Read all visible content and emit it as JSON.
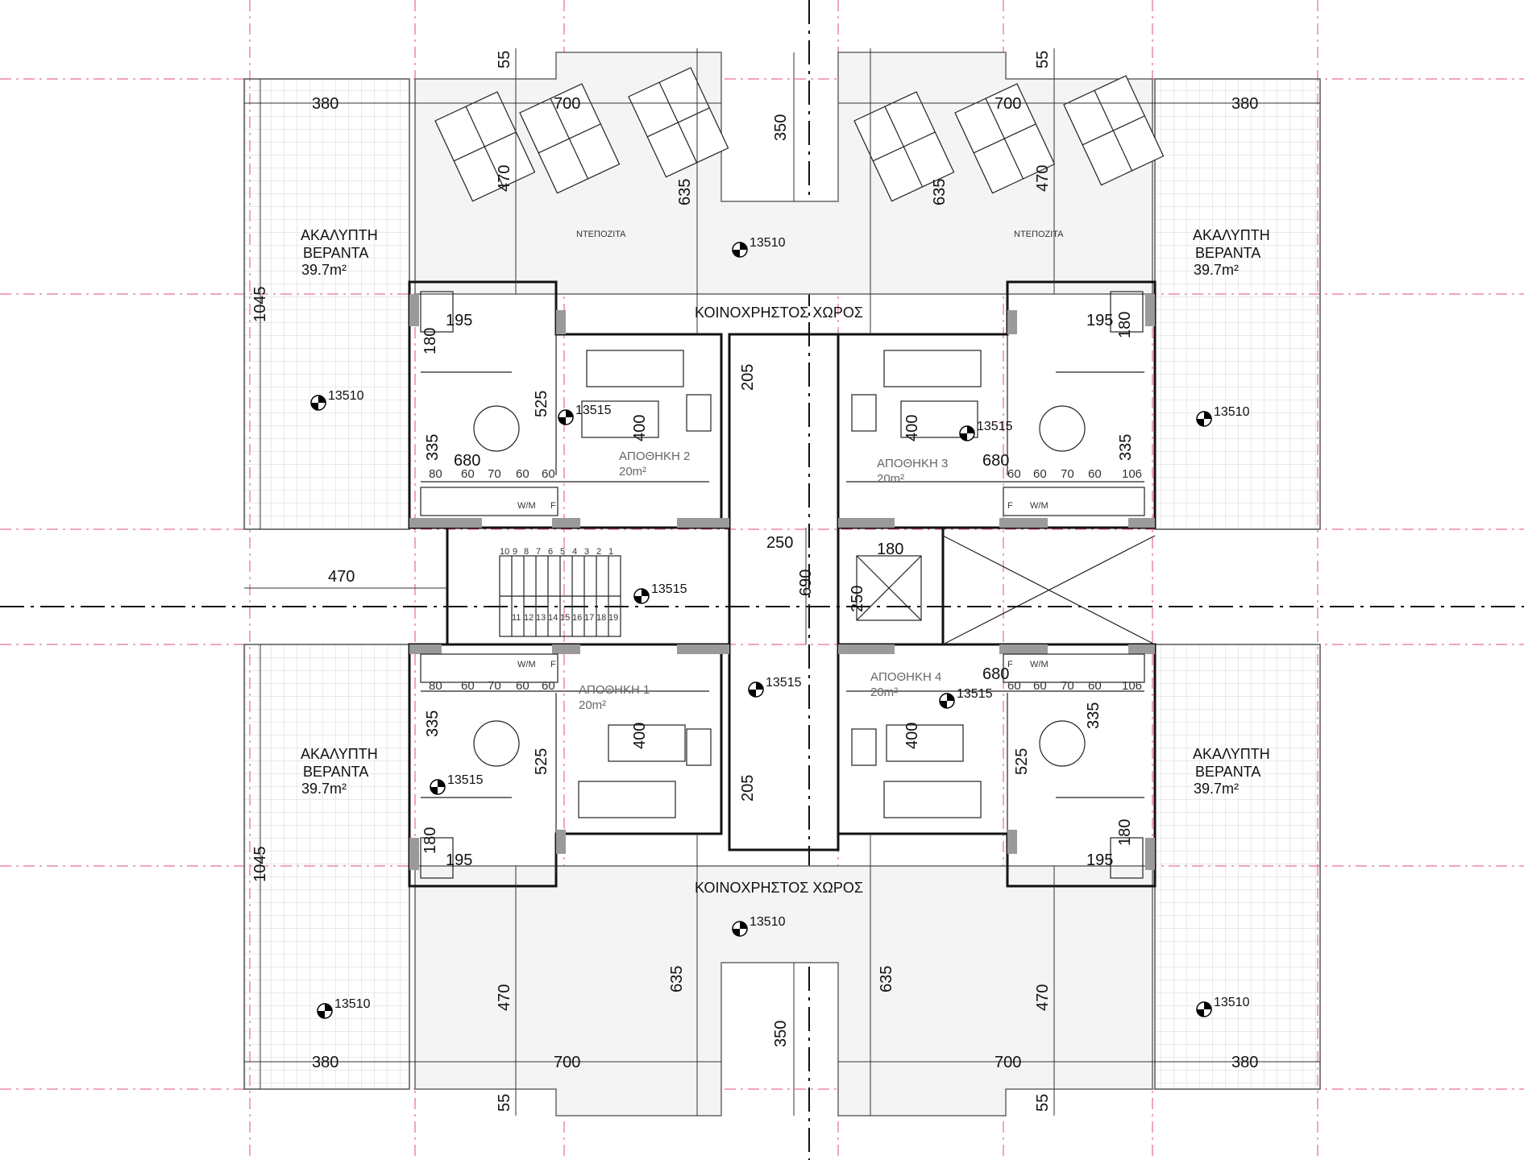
{
  "plan": {
    "labels": {
      "open_veranda": "ΑΚΑΛΥΠΤΗ",
      "open_veranda_line2": "ΒΕΡΑΝΤΑ",
      "veranda_area": "39.7m²",
      "common_area": "ΚΟΙΝΟΧΡΗΣΤΟΣ ΧΩΡΟΣ",
      "water_tank": "ΝΤΕΠΟΖΙΤΑ",
      "storage_1": "ΑΠΟΘΗΚΗ 1",
      "storage_2": "ΑΠΟΘΗΚΗ 2",
      "storage_3": "ΑΠΟΘΗΚΗ 3",
      "storage_4": "ΑΠΟΘΗΚΗ 4",
      "storage_area": "20m²",
      "wm": "W/M",
      "fridge": "F"
    },
    "levels": {
      "terrace": "13510",
      "floor": "13515"
    },
    "dimensions": {
      "veranda_width": "380",
      "terrace_width": "700",
      "notch_depth": "350",
      "terrace_depth": "470",
      "terrace_total": "635",
      "projection": "55",
      "veranda_height": "1045",
      "unit_length": "680",
      "unit_depth": "525",
      "storage_depth": "400",
      "living_depth": "335",
      "bath_width": "195",
      "bath_depth": "180",
      "corridor_width": "205",
      "lobby_width": "250",
      "lift_width": "180",
      "lift_depth": "250",
      "core_length": "690",
      "gap_width": "470",
      "kitchen_80": "80",
      "kitchen_60": "60",
      "kitchen_70": "70",
      "kitchen_106": "106"
    },
    "stair_numbers_top": [
      "10",
      "9",
      "8",
      "7",
      "6",
      "5",
      "4",
      "3",
      "2",
      "1"
    ],
    "stair_numbers_bottom": [
      "11",
      "12",
      "13",
      "14",
      "15",
      "16",
      "17",
      "18",
      "19"
    ]
  }
}
